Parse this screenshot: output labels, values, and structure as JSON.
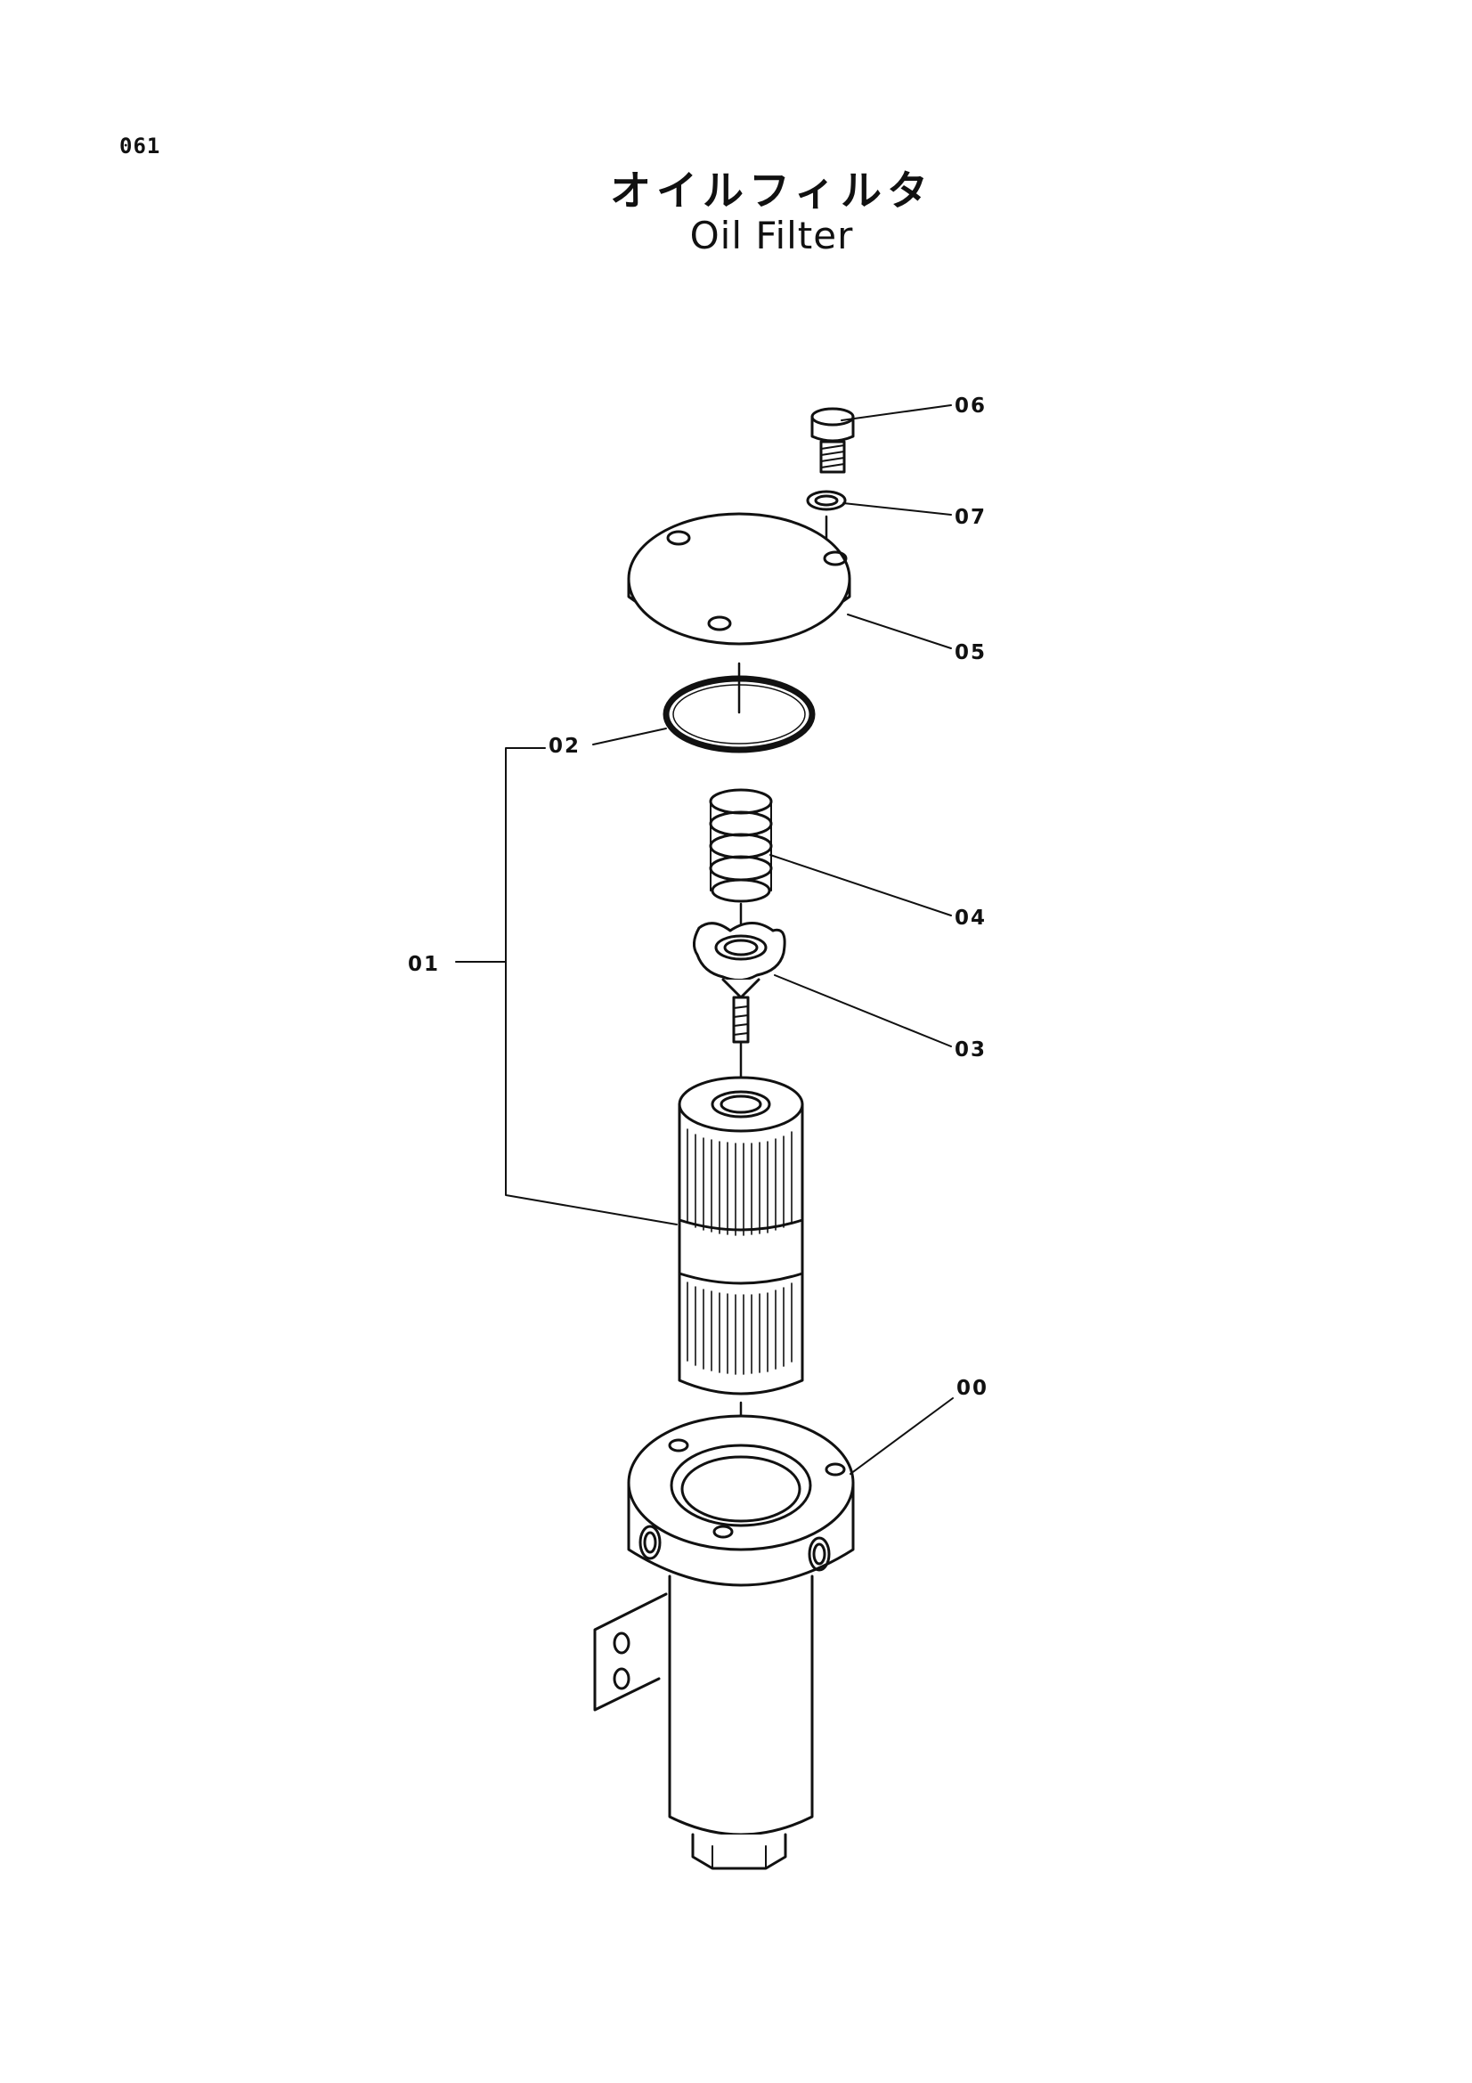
{
  "page": {
    "number": "061"
  },
  "title": {
    "japanese": "オイルフィルタ",
    "english": "Oil Filter"
  },
  "parts": [
    {
      "id": "00"
    },
    {
      "id": "01"
    },
    {
      "id": "02"
    },
    {
      "id": "03"
    },
    {
      "id": "04"
    },
    {
      "id": "05"
    },
    {
      "id": "06"
    },
    {
      "id": "07"
    }
  ],
  "colors": {
    "ink": "#111111",
    "paper": "#ffffff"
  }
}
